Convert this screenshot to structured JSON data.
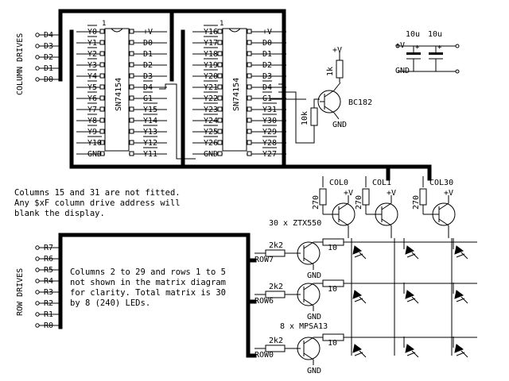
{
  "labels": {
    "column_drives": "COLUMN DRIVES",
    "row_drives": "ROW DRIVES",
    "ic_name": "SN74154",
    "transistor": "BC182",
    "gnd": "GND",
    "vplus": "+V",
    "cap1": "10u",
    "cap2": "10u",
    "plus": "+",
    "r_1k": "1k",
    "r_10k": "10k",
    "r_270": "270",
    "r_2k2": "2k2",
    "r_10": "10",
    "col0": "COL0",
    "col1": "COL1",
    "col30": "COL30",
    "row7": "ROW7",
    "row6": "ROW6",
    "row0": "ROW0",
    "zt_label": "30 x ZTX550",
    "mpsa_label": "8 x MPSA13"
  },
  "column_inputs": [
    "D4",
    "D3",
    "D2",
    "D1",
    "D0"
  ],
  "row_inputs": [
    "R7",
    "R6",
    "R5",
    "R4",
    "R3",
    "R2",
    "R1",
    "R0"
  ],
  "ic1": {
    "left_pins": [
      "Y0",
      "Y1",
      "Y2",
      "Y3",
      "Y4",
      "Y5",
      "Y6",
      "Y7",
      "Y8",
      "Y9",
      "Y10",
      "GND"
    ],
    "right_pins": [
      "+V",
      "D0",
      "D1",
      "D2",
      "D3",
      "D4",
      "G1",
      "Y15",
      "Y14",
      "Y13",
      "Y12",
      "Y11"
    ]
  },
  "ic2": {
    "left_pins": [
      "Y16",
      "Y17",
      "Y18",
      "Y19",
      "Y20",
      "Y21",
      "Y22",
      "Y23",
      "Y24",
      "Y25",
      "Y26",
      "GND"
    ],
    "right_pins": [
      "+V",
      "D0",
      "D1",
      "D2",
      "D3",
      "D4",
      "G1",
      "Y31",
      "Y30",
      "Y29",
      "Y28",
      "Y27"
    ]
  },
  "pin1_marker": "1",
  "notes": {
    "columns": [
      "Columns 15 and 31 are not fitted.",
      "Any $xF column drive address will",
      "blank the display."
    ],
    "matrix": [
      "Columns 2 to 29 and rows 1 to 5",
      "not shown in the matrix diagram",
      "for clarity. Total matrix is 30",
      "by 8 (240) LEDs."
    ]
  }
}
